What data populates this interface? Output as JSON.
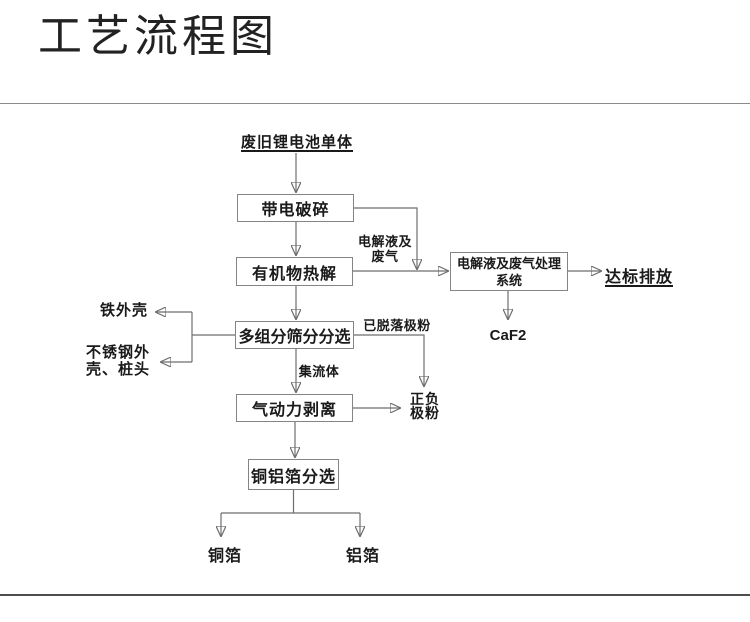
{
  "title": "工艺流程图",
  "flow": {
    "source": "废旧锂电池单体",
    "nodes": {
      "crush": "带电破碎",
      "pyrolysis": "有机物热解",
      "screening": "多组分筛分分选",
      "stripping": "气动力剥离",
      "foil_sorting": "铜铝箔分选",
      "gas_treatment_line1": "电解液及废气处理",
      "gas_treatment_line2": "系统"
    },
    "edge_labels": {
      "electrolyte_gas_line1": "电解液及",
      "electrolyte_gas_line2": "废气",
      "detached_powder": "已脱落极粉",
      "current_collector": "集流体"
    },
    "outputs": {
      "iron_shell": "铁外壳",
      "stainless_line1": "不锈钢外",
      "stainless_line2": "壳、桩头",
      "discharge": "达标排放",
      "caf2": "CaF2",
      "powder_line1": "正负",
      "powder_line2": "极粉",
      "copper_foil": "铜箔",
      "aluminum_foil": "铝箔"
    }
  }
}
